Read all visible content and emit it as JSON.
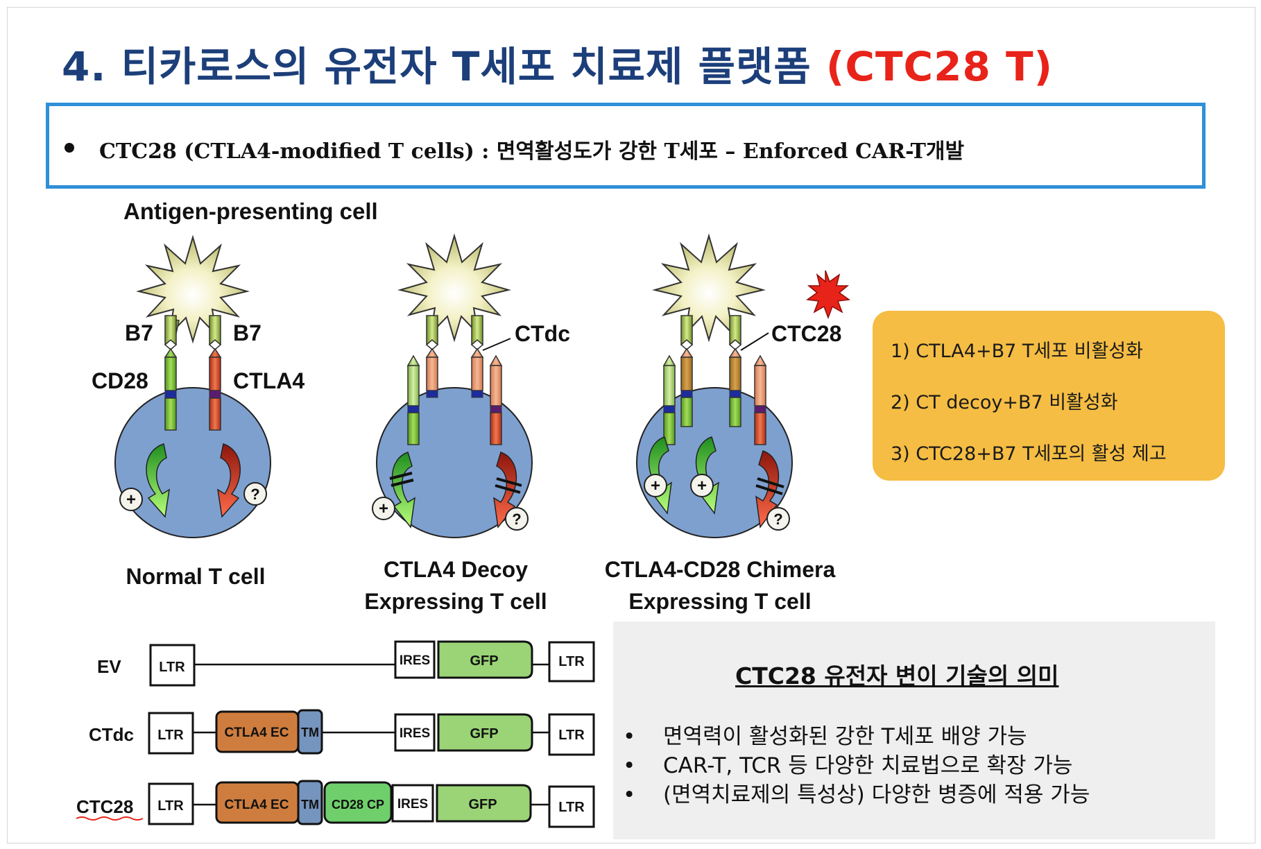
{
  "title": {
    "main": "4. 티카로스의 유전자 T세포 치료제 플랫폼",
    "accent": "(CTC28 T)"
  },
  "header_box": {
    "text": "CTC28 (CTLA4-modified T cells) : 면역활성도가 강한 T세포 – Enforced CAR-T개발"
  },
  "diagram": {
    "apc_label": "Antigen-presenting cell",
    "b7_left": "B7",
    "b7_right": "B7",
    "cd28": "CD28",
    "ctla4": "CTLA4",
    "ctdc_pointer": "CTdc",
    "ctc28_pointer": "CTC28",
    "plus": "+",
    "question": "?",
    "cells": [
      {
        "name_line1": "Normal T cell",
        "name_line2": ""
      },
      {
        "name_line1": "CTLA4 Decoy",
        "name_line2": "Expressing T cell"
      },
      {
        "name_line1": "CTLA4-CD28 Chimera",
        "name_line2": "Expressing T cell"
      }
    ]
  },
  "info_box": {
    "items": [
      "1) CTLA4+B7 T세포 비활성화",
      "2) CT decoy+B7 비활성화",
      "3) CTC28+B7 T세포의 활성 제고"
    ]
  },
  "constructs": {
    "rows": [
      {
        "label": "EV"
      },
      {
        "label": "CTdc"
      },
      {
        "label": "CTC28"
      }
    ],
    "ltr": "LTR",
    "ires": "IRES",
    "gfp": "GFP",
    "ctla4_ec": "CTLA4 EC",
    "tm": "TM",
    "cd28_cp": "CD28 CP"
  },
  "meaning": {
    "title": "CTC28 유전자 변이 기술의 의미",
    "bullet": "•",
    "items": [
      "면역력이 활성화된 강한 T세포 배양 가능",
      "CAR-T, TCR 등 다양한 치료법으로 확장 가능",
      "(면역치료제의 특성상) 다양한 병증에 적용 가능"
    ]
  },
  "colors": {
    "title_blue": "#1c3f7a",
    "accent_red": "#e8231a",
    "box_border": "#2f8fd8",
    "cell_blue": "#7ea0cf",
    "receptor_green": "#8dc63f",
    "receptor_red": "#d9472b",
    "info_bg": "#f5bd43",
    "meaning_bg": "#efefef"
  }
}
